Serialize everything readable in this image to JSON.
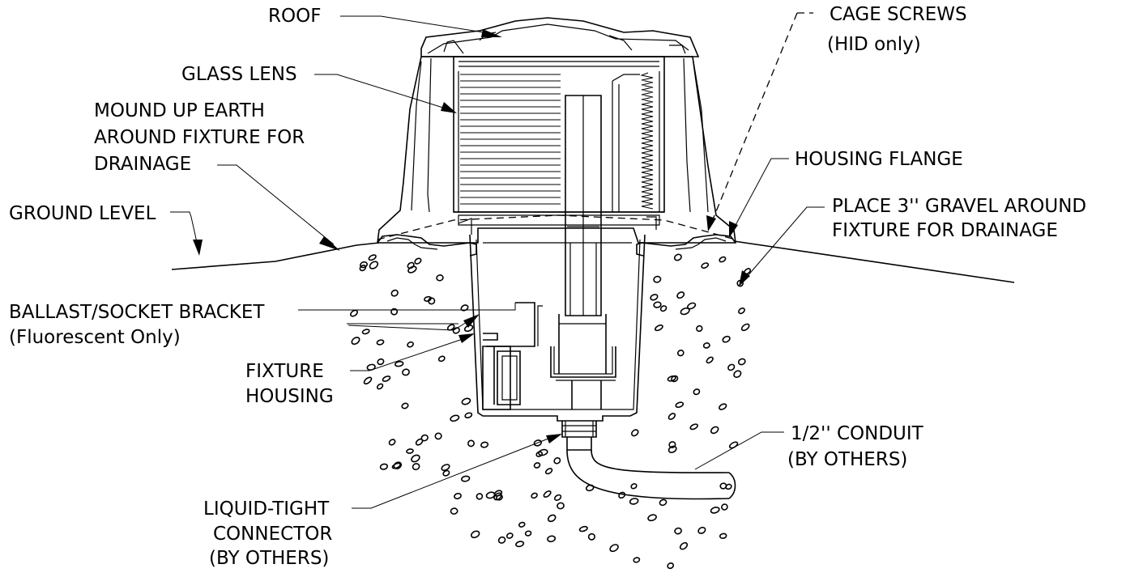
{
  "labels": {
    "roof": "ROOF",
    "cage_screws_1": "CAGE SCREWS",
    "cage_screws_2": "(HID only)",
    "glass_lens": "GLASS LENS",
    "mound_1": "MOUND UP EARTH",
    "mound_2": "AROUND FIXTURE FOR",
    "mound_3": "DRAINAGE",
    "housing_flange": "HOUSING FLANGE",
    "ground_level": "GROUND LEVEL",
    "gravel_1": "PLACE 3'' GRAVEL AROUND",
    "gravel_2": "FIXTURE FOR DRAINAGE",
    "ballast_1": "BALLAST/SOCKET BRACKET",
    "ballast_2": "(Fluorescent Only)",
    "fixture_1": "FIXTURE",
    "fixture_2": "HOUSING",
    "conduit_1": "1/2'' CONDUIT",
    "conduit_2": "(BY OTHERS)",
    "connector_1": "LIQUID-TIGHT",
    "connector_2": "CONNECTOR",
    "connector_3": "(BY OTHERS)"
  },
  "colors": {
    "line": "#000000",
    "background": "#ffffff"
  }
}
